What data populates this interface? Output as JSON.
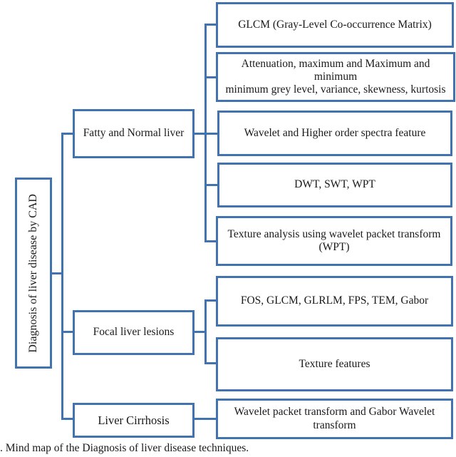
{
  "figure": {
    "caption": ". Mind map of the Diagnosis of liver disease techniques.",
    "accent_color": "#4273B0",
    "background_color": "#ffffff",
    "text_color": "#1a1a1a"
  },
  "mindmap": {
    "root": {
      "label": "Diagnosis of liver disease by CAD",
      "orientation": "vertical"
    },
    "branches": [
      {
        "id": "fatty-and-normal-liver",
        "label": "Fatty and Normal liver",
        "leaves": [
          {
            "id": "glcm",
            "label": "GLCM (Gray-Level Co-occurrence Matrix)"
          },
          {
            "id": "attenuation-stats",
            "label": "Attenuation, maximum and Maximum and minimum\nminimum grey level, variance, skewness, kurtosis"
          },
          {
            "id": "wavelet-hos",
            "label": "Wavelet and Higher order spectra feature"
          },
          {
            "id": "dwt-swt-wpt",
            "label": "DWT, SWT, WPT"
          },
          {
            "id": "texture-analysis-wpt",
            "label": "Texture analysis using wavelet packet transform\n(WPT)"
          }
        ]
      },
      {
        "id": "focal-liver-lesions",
        "label": "Focal liver lesions",
        "leaves": [
          {
            "id": "fos-glcm-glrlm",
            "label": "FOS, GLCM, GLRLM, FPS, TEM, Gabor"
          },
          {
            "id": "texture-features",
            "label": "Texture features"
          }
        ]
      },
      {
        "id": "liver-cirrhosis",
        "label": "Liver Cirrhosis",
        "leaves": [
          {
            "id": "wpt-gabor-wavelet",
            "label": "Wavelet packet transform and Gabor Wavelet\ntransform"
          }
        ]
      }
    ]
  }
}
